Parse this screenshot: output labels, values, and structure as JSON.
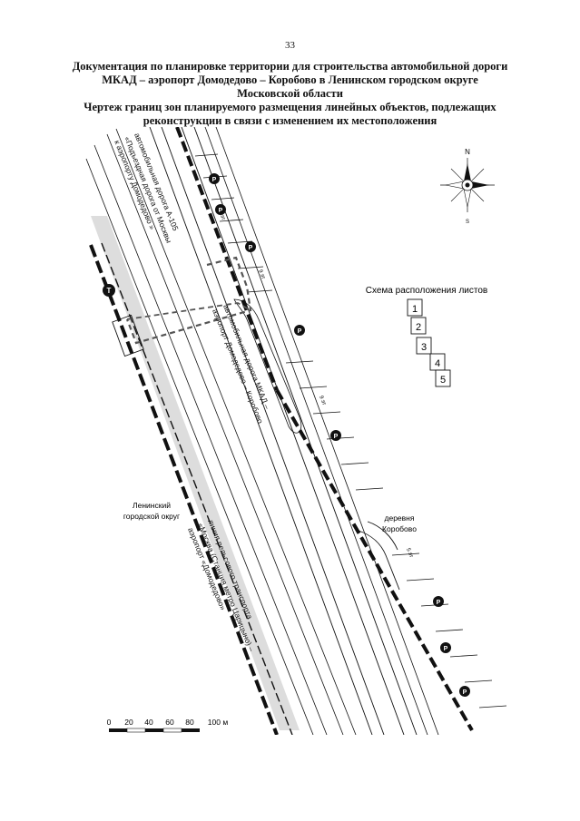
{
  "page": {
    "number": "33"
  },
  "title": {
    "line1": "Документация по планировке территории для строительства автомобильной дороги",
    "line2": "МКАД – аэропорт Домодедово – Коробово в Ленинском городском округе",
    "line3": "Московской области",
    "line4": "Чертеж границ зон планируемого размещения линейных объектов, подлежащих",
    "line5": "реконструкции в связи с изменением их местоположения"
  },
  "map": {
    "labels": {
      "road_a105_line1": "автомобильная дорога А-105",
      "road_a105_line2": "«Подъездная дорога от Москвы",
      "road_a105_line3": "к аэропорту Домодедово »",
      "new_road_line1": "автомобильная дорога МКАД –",
      "new_road_line2": "аэропорт Домодедово – Коробово",
      "okrug_line1": "Ленинский",
      "okrug_line2": "городской округ",
      "rail_line1": "линия рельсового транспорта",
      "rail_line2": "«Москва (Станция метро Царицыно) –",
      "rail_line3": "аэропорт «Домодедово»",
      "village_line1": "деревня",
      "village_line2": "Коробово"
    },
    "building_tags": [
      "9 эт",
      "9 эт",
      "9 эт",
      "5 эт"
    ],
    "parking_symbol": "P",
    "transport_symbol": "T",
    "colors": {
      "ink": "#111111",
      "zone_boundary": "#555555",
      "gray_fill": "#999999"
    }
  },
  "compass": {
    "north": "N",
    "south": "S",
    "icon": "compass-rose-icon"
  },
  "sheet_scheme": {
    "title": "Схема расположения листов",
    "sheets": [
      "1",
      "2",
      "3",
      "4",
      "5"
    ]
  },
  "scale_bar": {
    "ticks": [
      "0",
      "20",
      "40",
      "60",
      "80",
      "100 м"
    ]
  }
}
